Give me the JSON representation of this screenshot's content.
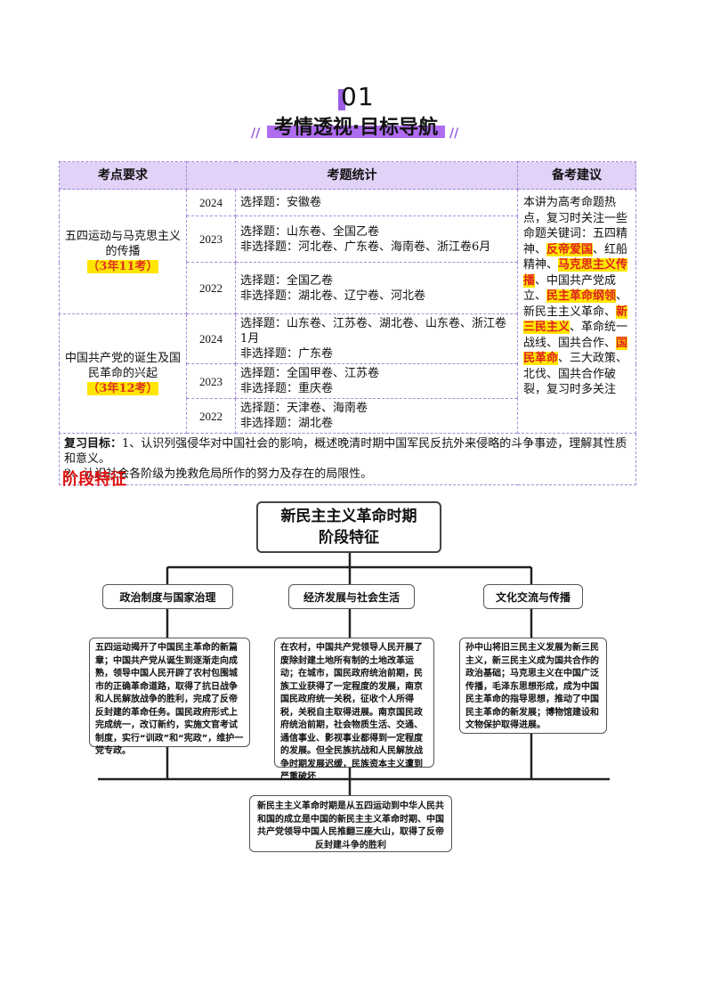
{
  "header": {
    "number": "01",
    "title": "考情透视·目标导航"
  },
  "table": {
    "headers": [
      "考点要求",
      "考题统计",
      "备考建议"
    ],
    "topics": [
      {
        "name": "五四运动与马克思主义的传播",
        "count": "（3年11考）",
        "rows": [
          {
            "year": "2024",
            "lines": [
              "选择题：安徽卷"
            ]
          },
          {
            "year": "2023",
            "lines": [
              "选择题：山东卷、全国乙卷",
              "非选择题：河北卷、广东卷、海南卷、浙江卷6月"
            ]
          },
          {
            "year": "2022",
            "lines": [
              "选择题：全国乙卷",
              "非选择题：湖北卷、辽宁卷、河北卷"
            ]
          }
        ]
      },
      {
        "name": "中国共产党的诞生及国民革命的兴起",
        "count": "（3年12考）",
        "rows": [
          {
            "year": "2024",
            "lines": [
              "选择题：山东卷、江苏卷、湖北卷、山东卷、浙江卷1月",
              "非选择题：广东卷"
            ]
          },
          {
            "year": "2023",
            "lines": [
              "选择题：全国甲卷、江苏卷",
              "非选择题：重庆卷"
            ]
          },
          {
            "year": "2022",
            "lines": [
              "选择题：天津卷、海南卷",
              "非选择题：湖北卷"
            ]
          }
        ]
      }
    ],
    "advice": {
      "p1": "本讲为高考命题热点，复习时关注一些命题关键词：五四精神、",
      "h1": "反帝爱国",
      "p2": "、红船精神、",
      "h2": "马克思主义传播",
      "p3": "、中国共产党成立、",
      "h3": "民主革命纲领",
      "p4": "、新民主主义革命、",
      "h4": "新三民主义",
      "p5": "、革命统一战线、国共合作、",
      "h5": "国民革命",
      "p6": "、三大政策、北伐、国共合作破裂，复习时多关注"
    },
    "review": {
      "label": "复习目标：",
      "line1": "1、认识列强侵华对中国社会的影响，概述晚清时期中国军民反抗外来侵略的斗争事迹，理解其性质和意义。",
      "line2": "2、认识社会各阶级为挽救危局所作的努力及存在的局限性。"
    }
  },
  "section_title": "阶段特征",
  "diagram": {
    "title_line1": "新民主主义革命时期",
    "title_line2": "阶段特征",
    "categories": [
      "政治制度与国家治理",
      "经济发展与社会生活",
      "文化交流与传播"
    ],
    "texts": [
      "五四运动揭开了中国民主革命的新篇章；中国共产党从诞生到逐渐走向成熟，领导中国人民开辟了农村包围城市的正确革命道路，取得了抗日战争和人民解放战争的胜利，完成了反帝反封建的革命任务。国民政府形式上完成统一，改订新约，实施文官考试制度，实行“训政”和“宪政”，维护一党专政。",
      "在农村，中国共产党领导人民开展了废除封建土地所有制的土地改革运动；在城市，国民政府统治前期，民族工业获得了一定程度的发展，南京国民政府统一关税，征收个人所得税，关税自主取得进展。南京国民政府统治前期，社会物质生活、交通、通信事业、影视事业都得到一定程度的发展。但全民族抗战和人民解放战争时期发展迟缓，民族资本主义遭到严重破坏",
      "孙中山将旧三民主义发展为新三民主义，新三民主义成为国共合作的政治基础；马克思主义在中国广泛传播，毛泽东思想形成，成为中国民主革命的指导思想，推动了中国民主革命的新发展；博物馆建设和文物保护取得进展。"
    ],
    "summary": "新民主主义革命时期是从五四运动到中华人民共和国的成立是中国的新民主主义革命时期、中国共产党领导中国人民推翻三座大山，取得了反帝反封建斗争的胜利"
  }
}
